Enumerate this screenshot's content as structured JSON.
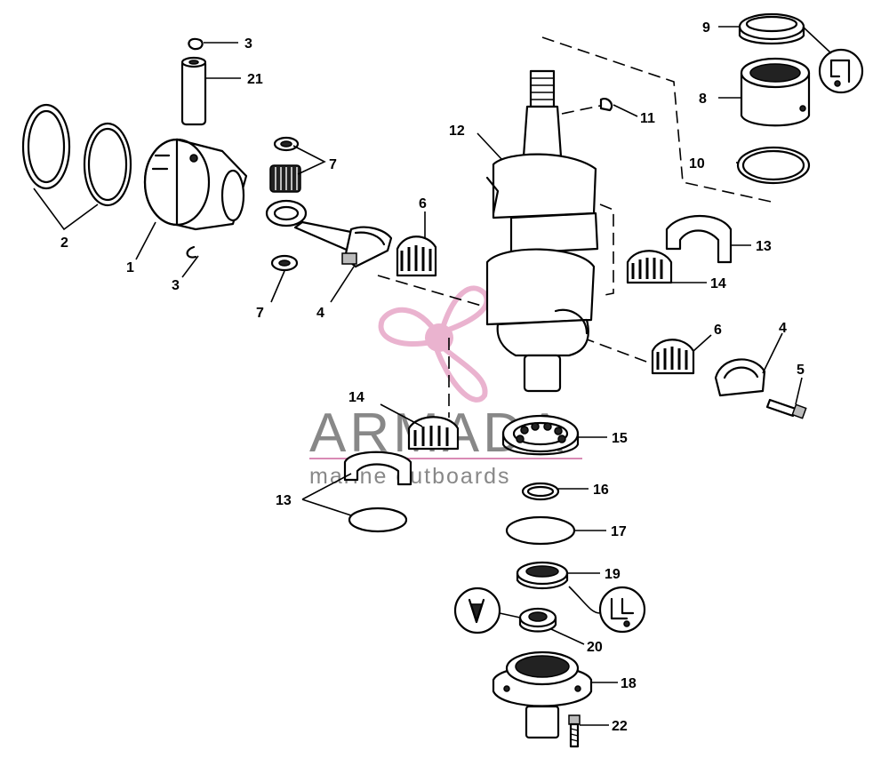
{
  "callouts": {
    "c1": "1",
    "c2": "2",
    "c3a": "3",
    "c3b": "3",
    "c4a": "4",
    "c4b": "4",
    "c5": "5",
    "c6a": "6",
    "c6b": "6",
    "c7a": "7",
    "c7b": "7",
    "c8": "8",
    "c9": "9",
    "c10": "10",
    "c11": "11",
    "c12": "12",
    "c13a": "13",
    "c13b": "13",
    "c14a": "14",
    "c14b": "14",
    "c15": "15",
    "c16": "16",
    "c17": "17",
    "c18": "18",
    "c19": "19",
    "c20": "20",
    "c21": "21",
    "c22": "22"
  },
  "watermark": {
    "brand": "ARMADA",
    "tagline": "marine outboards",
    "colors": {
      "logo": "#e7a6c7",
      "text": "#8a8a8a",
      "line": "#d98ab5"
    }
  }
}
